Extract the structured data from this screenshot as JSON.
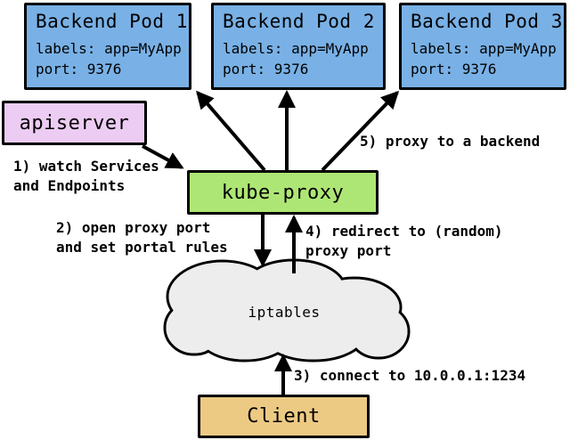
{
  "pods": [
    {
      "title": "Backend Pod 1",
      "labels_line": "labels: app=MyApp",
      "port_line": "port: 9376"
    },
    {
      "title": "Backend Pod 2",
      "labels_line": "labels: app=MyApp",
      "port_line": "port: 9376"
    },
    {
      "title": "Backend Pod 3",
      "labels_line": "labels: app=MyApp",
      "port_line": "port: 9376"
    }
  ],
  "apiserver": {
    "title": "apiserver"
  },
  "kube_proxy": {
    "title": "kube-proxy"
  },
  "iptables": {
    "title": "iptables"
  },
  "client": {
    "title": "Client"
  },
  "steps": [
    {
      "lines": [
        "1) watch Services",
        "and Endpoints"
      ]
    },
    {
      "lines": [
        "2) open proxy port",
        "and set portal rules"
      ]
    },
    {
      "lines": [
        "3) connect to 10.0.0.1:1234"
      ]
    },
    {
      "lines": [
        "4) redirect to (random)",
        "proxy port"
      ]
    },
    {
      "lines": [
        "5) proxy to a backend"
      ]
    }
  ],
  "colors": {
    "pod_fill": "#79b1e6",
    "apiserver_fill": "#edccf4",
    "kube_proxy_fill": "#aee675",
    "client_fill": "#edca84",
    "cloud_fill": "#ededed",
    "arrow": "#000000",
    "border": "#000000",
    "text": "#000000"
  }
}
